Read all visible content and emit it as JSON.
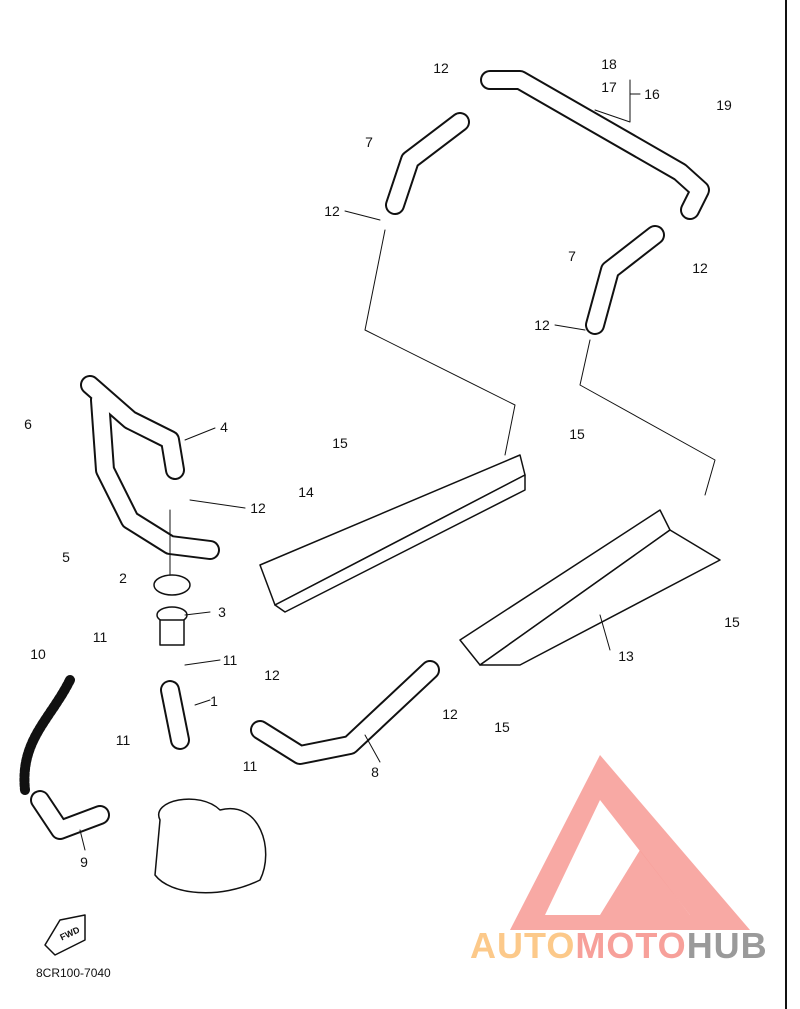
{
  "diagram": {
    "part_code": "8CR100-7040",
    "fwd_label": "FWD",
    "callouts": [
      "12",
      "18",
      "17",
      "16",
      "19",
      "7",
      "12",
      "7",
      "12",
      "12",
      "6",
      "4",
      "15",
      "15",
      "14",
      "12",
      "5",
      "2",
      "3",
      "15",
      "11",
      "10",
      "11",
      "13",
      "12",
      "1",
      "12",
      "15",
      "11",
      "11",
      "8",
      "9"
    ]
  },
  "watermark": {
    "part1": "AUTO",
    "part2": "MOTO",
    "part3": "HUB",
    "color1": "#fcc98a",
    "color2": "#f7a09a",
    "color3": "#9a9a9a",
    "logo_color": "#f7a09a"
  }
}
